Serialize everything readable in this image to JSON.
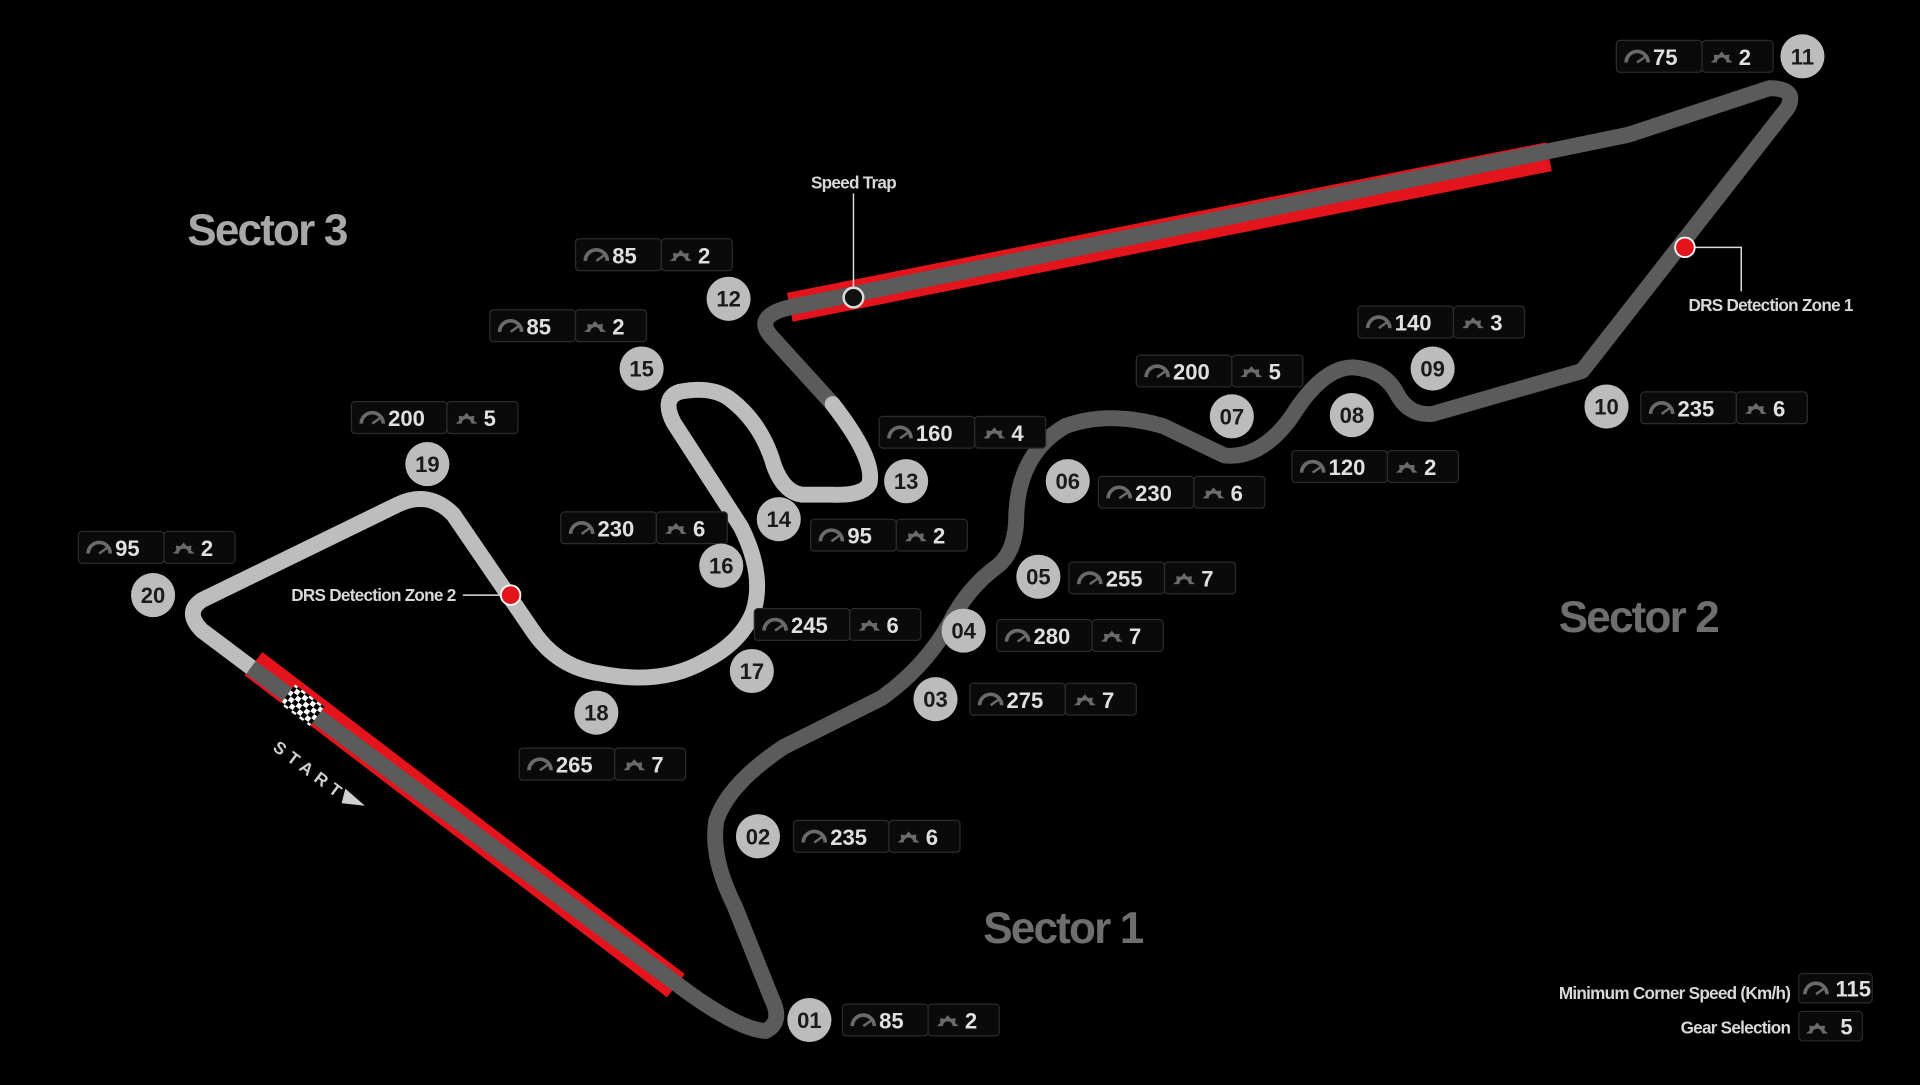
{
  "sectors": {
    "s1": "Sector 1",
    "s2": "Sector 2",
    "s3": "Sector 3"
  },
  "annotations": {
    "speed_trap": "Speed Trap",
    "drs_zone_1": "DRS Detection Zone 1",
    "drs_zone_2": "DRS Detection Zone 2",
    "start": "START"
  },
  "legend": {
    "speed_label": "Minimum Corner Speed (Km/h)",
    "speed_value": "115",
    "gear_label": "Gear Selection",
    "gear_value": "5"
  },
  "corners": [
    {
      "num": "01",
      "speed": "85",
      "gear": "2"
    },
    {
      "num": "02",
      "speed": "235",
      "gear": "6"
    },
    {
      "num": "03",
      "speed": "275",
      "gear": "7"
    },
    {
      "num": "04",
      "speed": "280",
      "gear": "7"
    },
    {
      "num": "05",
      "speed": "255",
      "gear": "7"
    },
    {
      "num": "06",
      "speed": "230",
      "gear": "6"
    },
    {
      "num": "07",
      "speed": "200",
      "gear": "5"
    },
    {
      "num": "08",
      "speed": "120",
      "gear": "2"
    },
    {
      "num": "09",
      "speed": "140",
      "gear": "3"
    },
    {
      "num": "10",
      "speed": "235",
      "gear": "6"
    },
    {
      "num": "11",
      "speed": "75",
      "gear": "2"
    },
    {
      "num": "12",
      "speed": "85",
      "gear": "2"
    },
    {
      "num": "13",
      "speed": "160",
      "gear": "4"
    },
    {
      "num": "14",
      "speed": "95",
      "gear": "2"
    },
    {
      "num": "15",
      "speed": "85",
      "gear": "2"
    },
    {
      "num": "16",
      "speed": "230",
      "gear": "6"
    },
    {
      "num": "17",
      "speed": "245",
      "gear": "6"
    },
    {
      "num": "18",
      "speed": "265",
      "gear": "7"
    },
    {
      "num": "19",
      "speed": "200",
      "gear": "5"
    },
    {
      "num": "20",
      "speed": "95",
      "gear": "2"
    }
  ],
  "colors": {
    "drs": "#e3141c",
    "track_dark": "#5b5b5b",
    "track_light": "#bdbdbd",
    "badge": "#bcbcbc"
  }
}
